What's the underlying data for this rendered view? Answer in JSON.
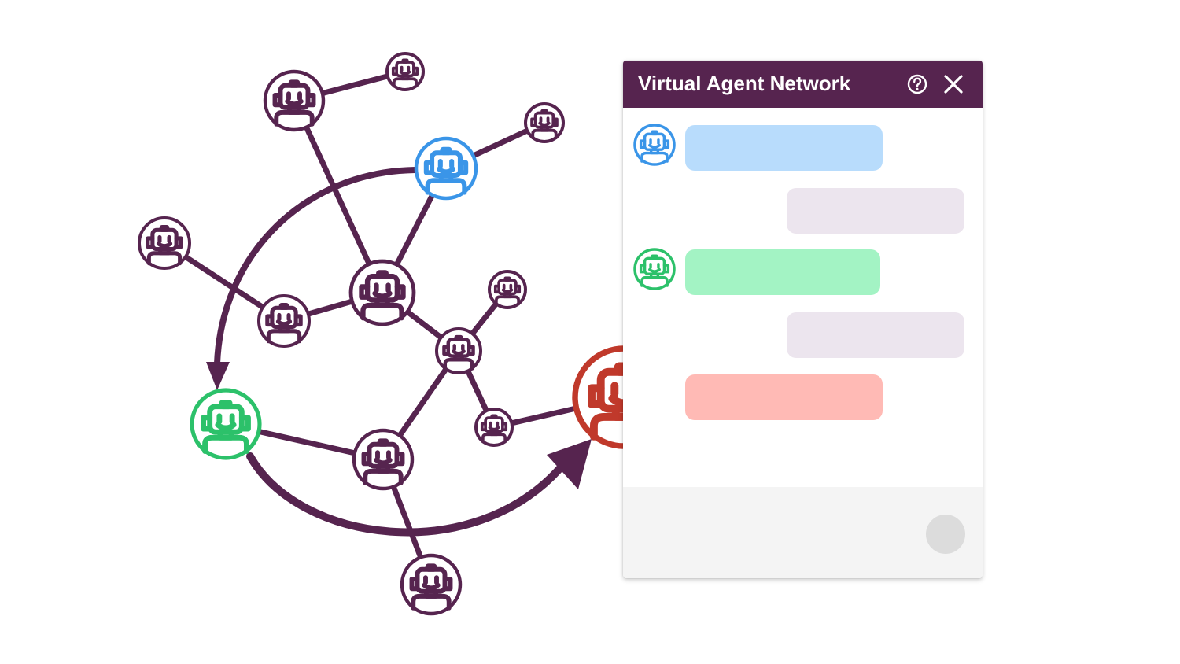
{
  "colors": {
    "brand": "#56244f",
    "blue_agent": "#3a95e8",
    "green_agent": "#2cc16a",
    "red_agent": "#c0392b",
    "bubble_blue": "#b8dcfc",
    "bubble_green": "#a3f3c4",
    "bubble_red": "#ffbab5",
    "bubble_user": "#ece5ee",
    "footer": "#f4f4f4",
    "send_button": "#dcdcdc"
  },
  "chat": {
    "title": "Virtual Agent Network",
    "help_icon": "question-circle-icon",
    "close_icon": "close-icon",
    "messages": [
      {
        "sender": "agent",
        "agent": "blue",
        "avatar": "robot-icon"
      },
      {
        "sender": "user"
      },
      {
        "sender": "agent",
        "agent": "green",
        "avatar": "robot-icon"
      },
      {
        "sender": "user"
      },
      {
        "sender": "agent",
        "agent": "red"
      }
    ],
    "send_icon": "send-button-circle"
  },
  "network": {
    "node_icon": "robot-icon",
    "nodes": [
      {
        "id": "n1",
        "role": "agent"
      },
      {
        "id": "n2",
        "role": "agent"
      },
      {
        "id": "n3",
        "role": "agent-blue"
      },
      {
        "id": "n4",
        "role": "agent"
      },
      {
        "id": "n5",
        "role": "agent"
      },
      {
        "id": "n6",
        "role": "hub"
      },
      {
        "id": "n7",
        "role": "agent"
      },
      {
        "id": "n8",
        "role": "agent"
      },
      {
        "id": "n9",
        "role": "agent"
      },
      {
        "id": "n10",
        "role": "agent"
      },
      {
        "id": "n11",
        "role": "agent-green"
      },
      {
        "id": "n12",
        "role": "agent"
      },
      {
        "id": "n13",
        "role": "agent-red"
      },
      {
        "id": "n14",
        "role": "agent"
      }
    ],
    "edges": [
      [
        "n1",
        "n2"
      ],
      [
        "n1",
        "n6"
      ],
      [
        "n3",
        "n4"
      ],
      [
        "n3",
        "n6"
      ],
      [
        "n5",
        "n7"
      ],
      [
        "n7",
        "n6"
      ],
      [
        "n6",
        "n9"
      ],
      [
        "n9",
        "n8"
      ],
      [
        "n9",
        "n10"
      ],
      [
        "n9",
        "n12"
      ],
      [
        "n11",
        "n12"
      ],
      [
        "n12",
        "n14"
      ],
      [
        "n10",
        "n13"
      ]
    ],
    "arrows": [
      {
        "from": "n3",
        "to": "n11"
      },
      {
        "from": "n11",
        "to": "n13"
      }
    ]
  }
}
